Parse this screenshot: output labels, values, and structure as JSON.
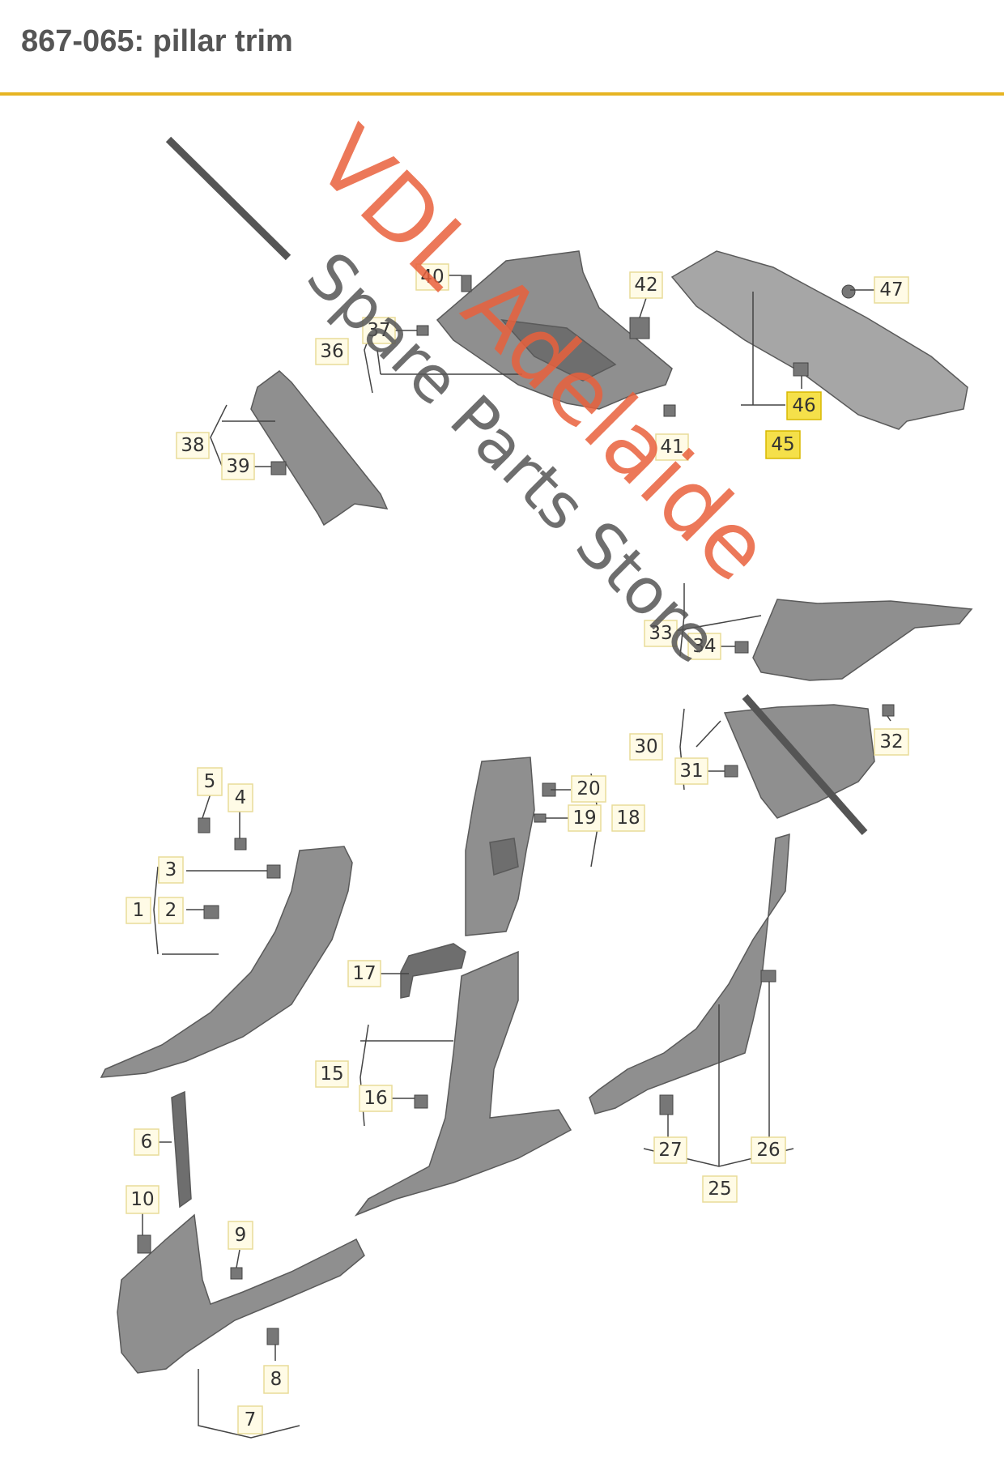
{
  "header": {
    "title": "867-065: pillar trim"
  },
  "watermark": {
    "line1": "VDL Adelaide",
    "line2": "Spare Parts Store"
  },
  "callouts": [
    "1",
    "2",
    "3",
    "4",
    "5",
    "6",
    "7",
    "8",
    "9",
    "10",
    "15",
    "16",
    "17",
    "18",
    "19",
    "20",
    "25",
    "26",
    "27",
    "30",
    "31",
    "32",
    "33",
    "34",
    "36",
    "37",
    "38",
    "39",
    "40",
    "41",
    "42",
    "45",
    "46",
    "47"
  ],
  "highlighted_callouts": [
    "45",
    "46"
  ],
  "colors": {
    "accent_rule": "#e6b422",
    "highlight": "#f5e04a",
    "watermark_red": "#e9603c",
    "watermark_gray": "#555555"
  }
}
